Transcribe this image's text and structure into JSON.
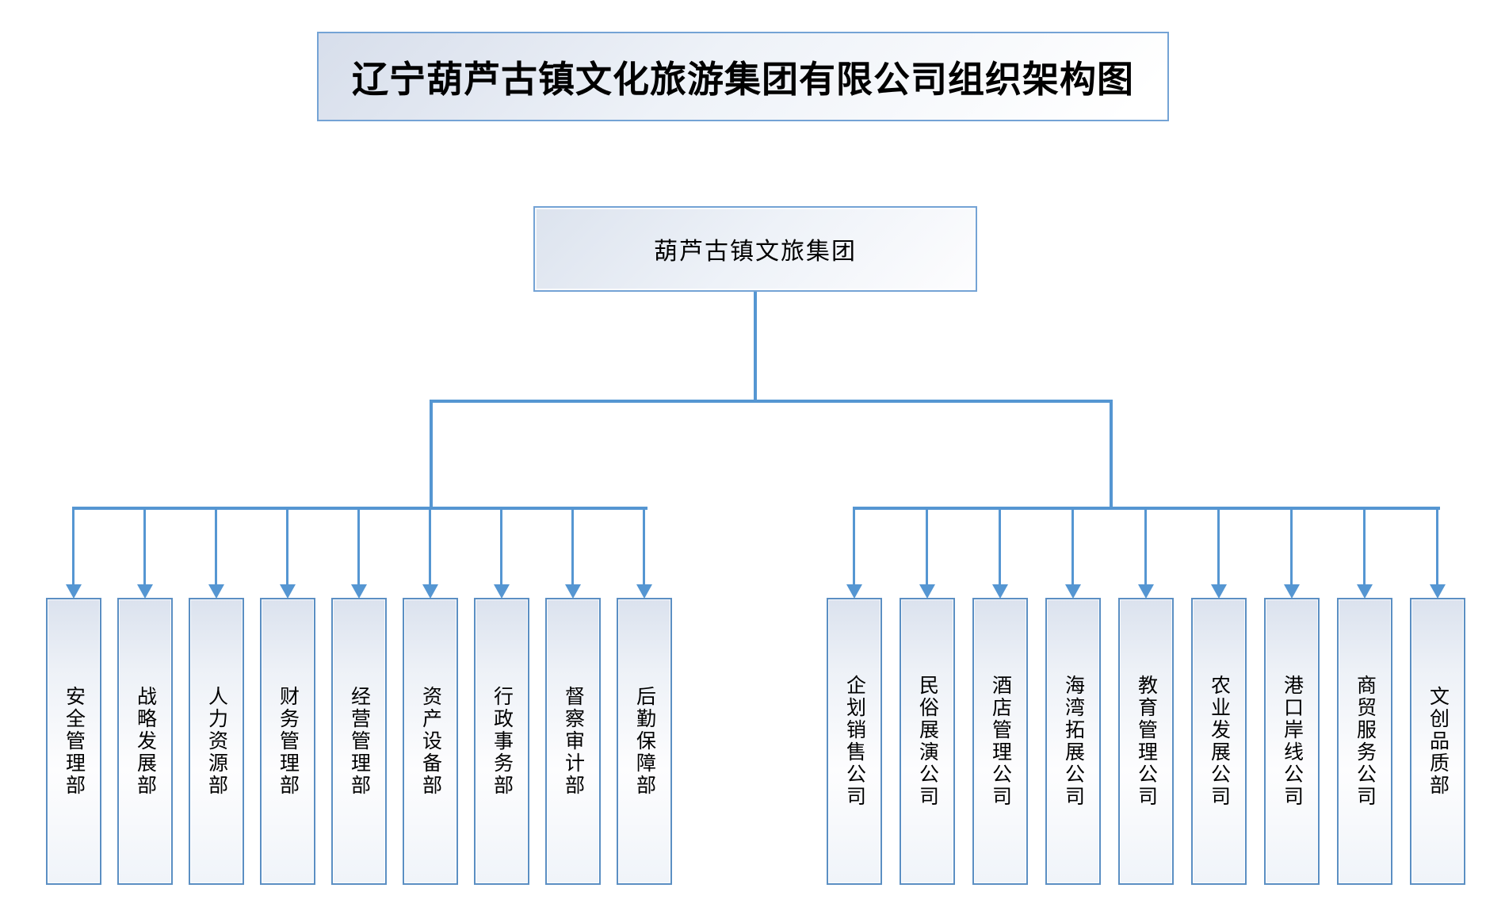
{
  "page_title": "辽宁葫芦古镇文化旅游集团有限公司组织架构图",
  "root_node": {
    "label": "葫芦古镇文旅集团"
  },
  "groups": {
    "departments": {
      "items": [
        "安全管理部",
        "战略发展部",
        "人力资源部",
        "财务管理部",
        "经营管理部",
        "资产设备部",
        "行政事务部",
        "督察审计部",
        "后勤保障部"
      ]
    },
    "subsidiaries": {
      "items": [
        "企划销售公司",
        "民俗展演公司",
        "酒店管理公司",
        "海湾拓展公司",
        "教育管理公司",
        "农业发展公司",
        "港口岸线公司",
        "商贸服务公司",
        "文创品质部"
      ]
    }
  },
  "colors": {
    "connector": "#5596d2",
    "box_border": "#5b8fc3",
    "title_border": "#74a3d5",
    "text": "#000000"
  }
}
